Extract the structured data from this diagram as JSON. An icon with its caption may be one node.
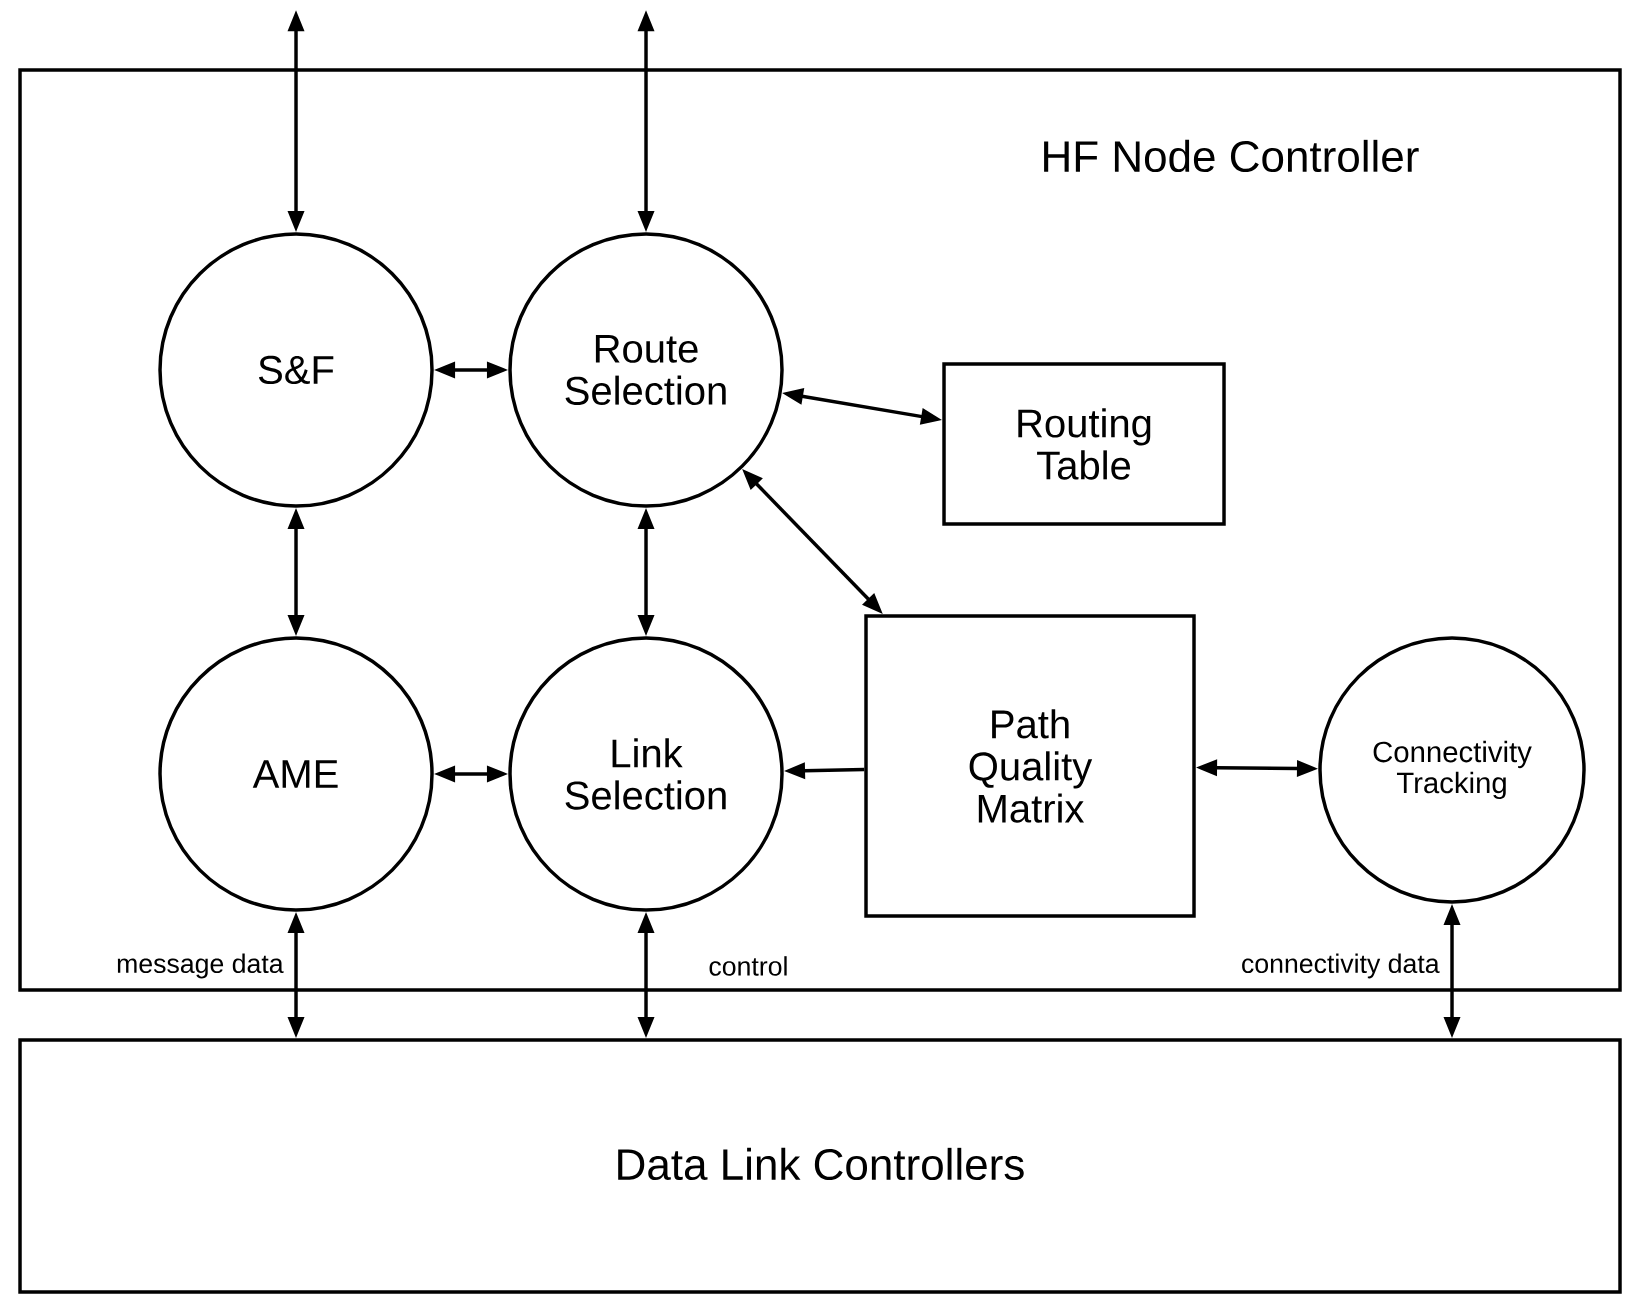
{
  "diagram": {
    "nodes": [
      {
        "text": [
          "HF Node Controller"
        ]
      },
      {
        "text": [
          "S&F"
        ],
        "in": 0
      },
      {
        "text": [
          "Route Selection"
        ],
        "in": 0
      },
      {
        "text": [
          "Routing Table"
        ],
        "in": 0
      },
      {
        "text": [
          "AME"
        ],
        "in": 0
      },
      {
        "text": [
          "Link Selection"
        ],
        "in": 0
      },
      {
        "text": [
          "Path Quality Matrix"
        ],
        "in": 0
      },
      {
        "text": [
          "Connectivity Tracking"
        ],
        "in": 0
      },
      {
        "text": [
          "Data Link Controllers"
        ]
      }
    ],
    "edges": [
      {
        "from": null,
        "to": 1,
        "arrow": "both"
      },
      {
        "from": null,
        "to": 2,
        "arrow": "both"
      },
      {
        "from": 1,
        "to": 2,
        "arrow": "both"
      },
      {
        "from": 2,
        "to": 3,
        "arrow": "both"
      },
      {
        "from": 2,
        "to": 6,
        "arrow": "both"
      },
      {
        "from": 1,
        "to": 4,
        "arrow": "both"
      },
      {
        "from": 2,
        "to": 5,
        "arrow": "both"
      },
      {
        "from": 4,
        "to": 5,
        "arrow": "both"
      },
      {
        "from": 6,
        "to": 5,
        "arrow": "to"
      },
      {
        "from": 6,
        "to": 7,
        "arrow": "both"
      },
      {
        "from": 4,
        "to": 8,
        "arrow": "both",
        "label": "message data"
      },
      {
        "from": 5,
        "to": 8,
        "arrow": "both",
        "label": "control"
      },
      {
        "from": 7,
        "to": 8,
        "arrow": "both",
        "label": "connectivity data"
      }
    ]
  }
}
